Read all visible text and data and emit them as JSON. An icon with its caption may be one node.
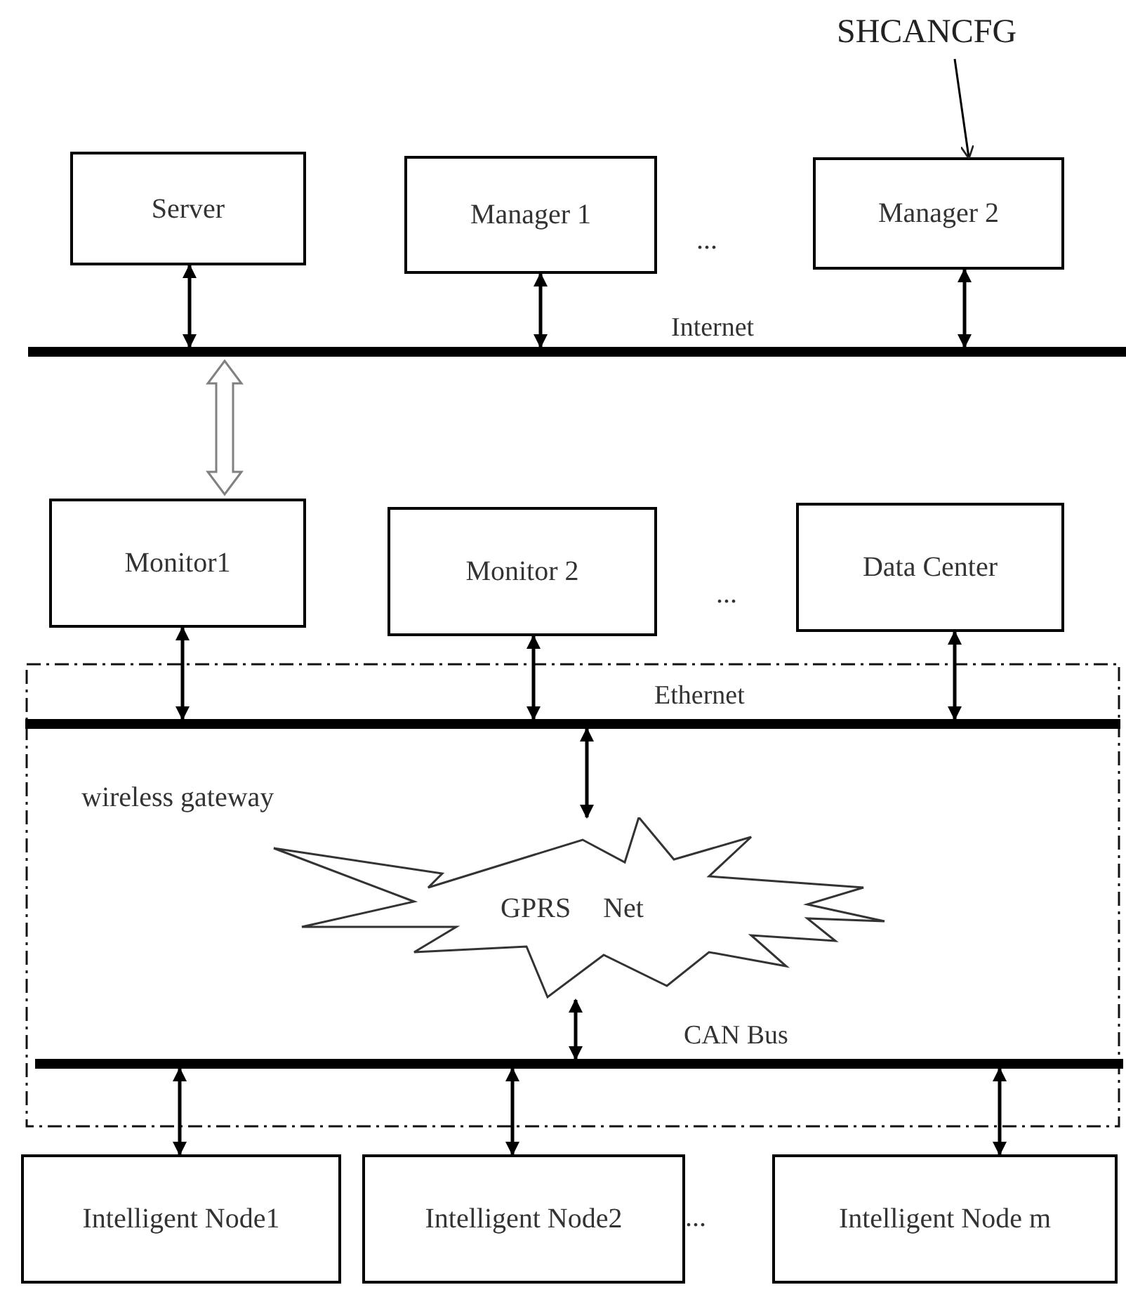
{
  "diagram": {
    "nodes": [
      {
        "text": [
          "SHCANCFG"
        ]
      },
      {
        "text": [
          "Server"
        ]
      },
      {
        "text": [
          "Manager 1"
        ]
      },
      {
        "text": [
          "Manager 2"
        ]
      },
      {
        "text": [],
        "shape": "bar",
        "beside": [
          "Internet"
        ]
      },
      {
        "text": [
          "Monitor1"
        ]
      },
      {
        "text": [
          "Monitor 2"
        ]
      },
      {
        "text": [
          "Data Center"
        ]
      },
      {
        "text": [
          "wireless gateway"
        ]
      },
      {
        "text": [],
        "shape": "bar",
        "beside": [
          "Ethernet"
        ],
        "in": 8
      },
      {
        "text": [
          "GPRS Net"
        ],
        "in": 8
      },
      {
        "text": [],
        "shape": "bar",
        "beside": [
          "CAN Bus"
        ],
        "in": 8
      },
      {
        "text": [
          "Intelligent Node1"
        ]
      },
      {
        "text": [
          "Intelligent Node2"
        ]
      },
      {
        "text": [
          "Intelligent Node m"
        ]
      }
    ],
    "edges": [
      {
        "from": 0,
        "to": 3,
        "arrow": "to"
      },
      {
        "from": 1,
        "to": 4,
        "arrow": "both"
      },
      {
        "from": 2,
        "to": 4,
        "arrow": "both"
      },
      {
        "from": 3,
        "to": 4,
        "arrow": "both"
      },
      {
        "from": 4,
        "to": 5,
        "arrow": "both",
        "style": "thick",
        "color": "#808080"
      },
      {
        "from": 5,
        "to": 9,
        "arrow": "both"
      },
      {
        "from": 6,
        "to": 9,
        "arrow": "both"
      },
      {
        "from": 7,
        "to": 9,
        "arrow": "both"
      },
      {
        "from": 9,
        "to": 10,
        "arrow": "both"
      },
      {
        "from": 10,
        "to": 11,
        "arrow": "both"
      },
      {
        "from": 11,
        "to": 12,
        "arrow": "both"
      },
      {
        "from": 11,
        "to": 13,
        "arrow": "both"
      },
      {
        "from": 11,
        "to": 14,
        "arrow": "both"
      }
    ],
    "labels": [
      "...",
      "...",
      "..."
    ]
  }
}
